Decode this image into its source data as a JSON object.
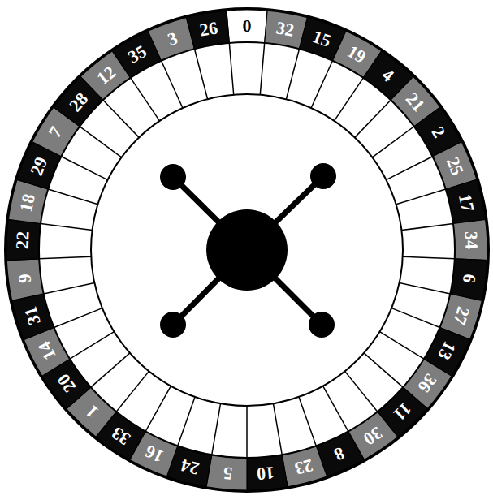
{
  "diagram": {
    "labels": [
      "0",
      "32",
      "15",
      "19",
      "4",
      "21",
      "2",
      "25",
      "17",
      "34",
      "6",
      "27",
      "13",
      "36",
      "11",
      "30",
      "8",
      "23",
      "10",
      "5",
      "24",
      "16",
      "33",
      "1",
      "20",
      "14",
      "31",
      "9",
      "22",
      "18",
      "29",
      "7",
      "28",
      "12",
      "35",
      "3",
      "26"
    ]
  }
}
